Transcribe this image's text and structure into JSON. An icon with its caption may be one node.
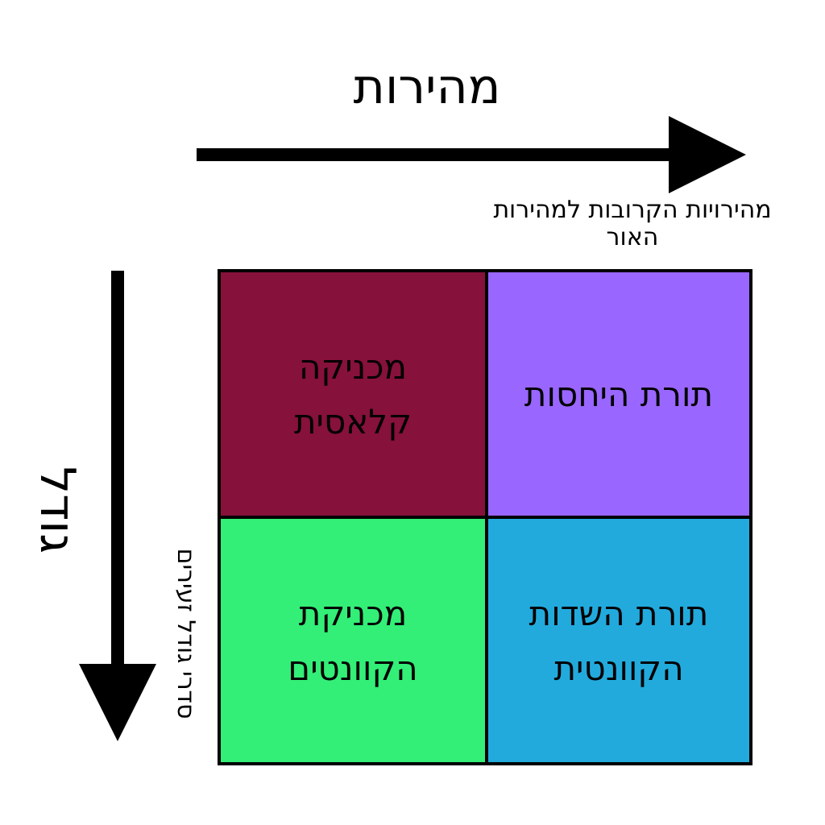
{
  "diagram": {
    "nodes": [
      {
        "text": [
          "תורת היחסות"
        ]
      },
      {
        "text": [
          "מכניקה קלאסית"
        ]
      },
      {
        "text": [
          "תורת השדות הקוונטית"
        ]
      },
      {
        "text": [
          "מכניקת הקוונטים"
        ]
      }
    ],
    "labels": [
      "מהירות",
      "מהירויות הקרובות למהירות האור",
      "גודל",
      "סדרי גודל זעירים"
    ]
  }
}
